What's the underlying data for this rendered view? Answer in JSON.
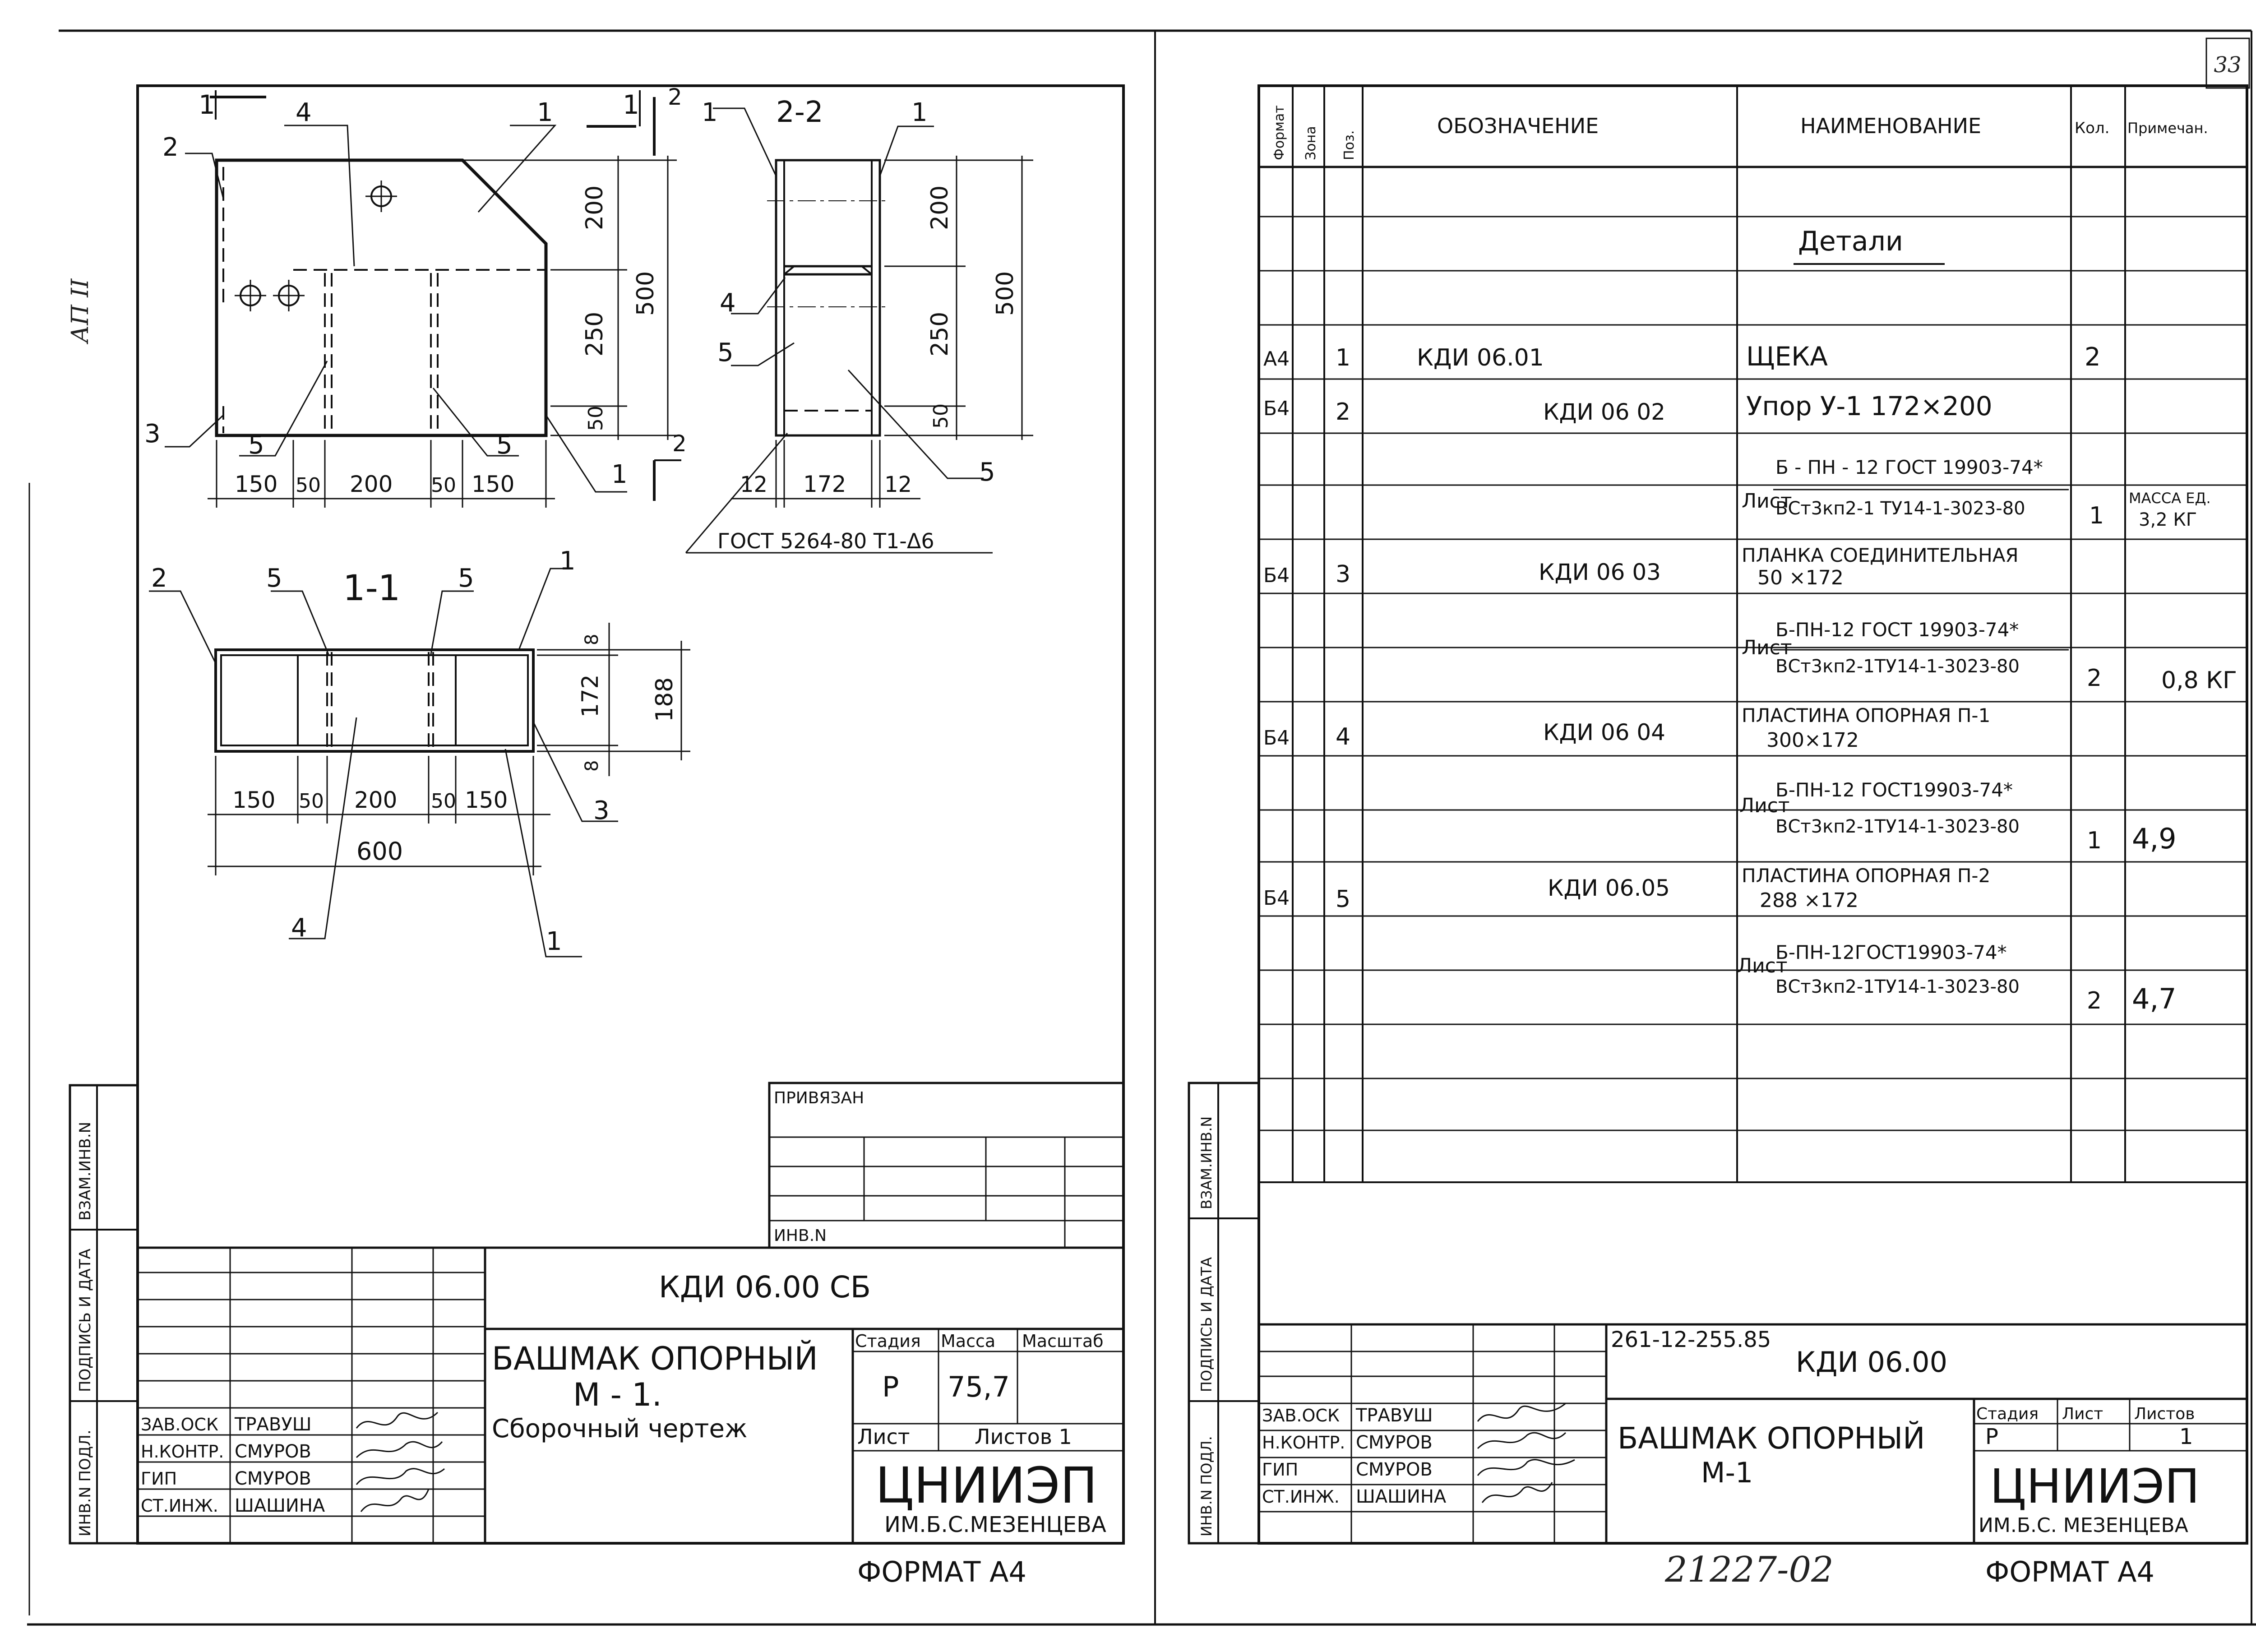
{
  "page_number": "33",
  "left_sheet": {
    "margin_note": "АП II",
    "plan_view": {
      "section_marks": [
        "1",
        "1",
        "2",
        "2"
      ],
      "leaders": [
        "1",
        "2",
        "3",
        "4",
        "5",
        "5"
      ],
      "dims_vertical": [
        "200",
        "250",
        "50",
        "500"
      ],
      "dims_horizontal": [
        "150",
        "50",
        "200",
        "50",
        "150"
      ]
    },
    "section_22": {
      "title": "2-2",
      "leaders": [
        "1",
        "1",
        "4",
        "5",
        "5"
      ],
      "dims_vertical": [
        "200",
        "250",
        "50",
        "500"
      ],
      "dims_horizontal": [
        "12",
        "172",
        "12"
      ],
      "weld_note": "ГОСТ 5264-80 Т1-Δ6"
    },
    "section_11": {
      "title": "1-1",
      "leaders": [
        "2",
        "5",
        "5",
        "1",
        "3",
        "4",
        "1"
      ],
      "dims_vertical": [
        "8",
        "172",
        "8",
        "188"
      ],
      "dims_horizontal": [
        "150",
        "50",
        "200",
        "50",
        "150"
      ],
      "total": "600"
    },
    "side_stamp": [
      "ВЗАМ.ИНВ.N",
      "ПОДПИСЬ И ДАТА",
      "ИНВ.N ПОДЛ."
    ],
    "privyazan": "ПРИВЯЗАН",
    "inv_n": "ИНВ.N",
    "title_block": {
      "designation": "КДИ 06.00 СБ",
      "name_line1": "БАШМАК ОПОРНЫЙ",
      "name_line2": "М - 1.",
      "name_line3": "Сборочный чертеж",
      "hdr_stage": "Стадия",
      "hdr_mass": "Масса",
      "hdr_scale": "Масштаб",
      "stage": "Р",
      "mass": "75,7",
      "sheet_label": "Лист",
      "sheets_label": "Листов 1",
      "org": "ЦНИИЭП",
      "org_sub": "ИМ.Б.С.МЕЗЕНЦЕВА",
      "people": [
        {
          "role": "ЗАВ.ОСК",
          "name": "ТРАВУШ"
        },
        {
          "role": "Н.КОНТР.",
          "name": "СМУРОВ"
        },
        {
          "role": "ГИП",
          "name": "СМУРОВ"
        },
        {
          "role": "СТ.ИНЖ.",
          "name": "ШАШИНА"
        }
      ]
    },
    "format": "ФОРМАТ А4"
  },
  "right_sheet": {
    "headers": {
      "format": "Формат",
      "zone": "Зона",
      "pos": "Поз.",
      "designation": "ОБОЗНАЧЕНИЕ",
      "name": "НАИМЕНОВАНИЕ",
      "qty": "Кол.",
      "note": "Примечан."
    },
    "section_title": "Детали",
    "rows": [
      {
        "format": "А4",
        "pos": "1",
        "designation": "КДИ 06.01",
        "name": "ЩЕКА",
        "qty": "2",
        "note": ""
      },
      {
        "format": "Б4",
        "pos": "2",
        "designation": "КДИ 06 02",
        "name": "Упор У-1 172×200",
        "qty": "",
        "note": "",
        "material_top": "Б - ПН - 12 ГОСТ 19903-74*",
        "material_bottom": "ВСт3кп2-1 ТУ14-1-3023-80",
        "material_qty": "1",
        "material_note1": "МАССА ЕД.",
        "material_note2": "3,2 КГ"
      },
      {
        "format": "Б4",
        "pos": "3",
        "designation": "КДИ 06 03",
        "name": "ПЛАНКА СОЕДИНИТЕЛЬНАЯ",
        "name2": "50 ×172",
        "qty": "",
        "note": "",
        "material_top": "Б-ПН-12 ГОСТ 19903-74*",
        "material_bottom": "ВСт3кп2-1ТУ14-1-3023-80",
        "material_qty": "2",
        "material_note1": "0,8 КГ",
        "material_note2": ""
      },
      {
        "format": "Б4",
        "pos": "4",
        "designation": "КДИ 06 04",
        "name": "ПЛАСТИНА ОПОРНАЯ П-1",
        "name2": "300×172",
        "qty": "",
        "note": "",
        "material_top": "Б-ПН-12 ГОСТ19903-74*",
        "material_bottom": "ВСт3кп2-1ТУ14-1-3023-80",
        "material_qty": "1",
        "material_note1": "4,9",
        "material_note2": ""
      },
      {
        "format": "Б4",
        "pos": "5",
        "designation": "КДИ 06.05",
        "name": "ПЛАСТИНА ОПОРНАЯ П-2",
        "name2": "288 ×172",
        "qty": "",
        "note": "",
        "material_top": "Б-ПН-12ГОСТ19903-74*",
        "material_bottom": "ВСт3кп2-1ТУ14-1-3023-80",
        "material_qty": "2",
        "material_note1": "4,7",
        "material_note2": ""
      }
    ],
    "material_label": "Лист",
    "side_stamp": [
      "ВЗАМ.ИНВ.N",
      "ПОДПИСЬ И ДАТА",
      "ИНВ.N ПОДЛ."
    ],
    "title_block": {
      "code": "261-12-255.85",
      "designation": "КДИ 06.00",
      "name_line1": "БАШМАК ОПОРНЫЙ",
      "name_line2": "М-1",
      "hdr_stage": "Стадия",
      "hdr_sheet": "Лист",
      "hdr_sheets": "Листов",
      "stage": "Р",
      "sheets": "1",
      "org": "ЦНИИЭП",
      "org_sub": "ИМ.Б.С. МЕЗЕНЦЕВА",
      "people": [
        {
          "role": "ЗАВ.ОСК",
          "name": "ТРАВУШ"
        },
        {
          "role": "Н.КОНТР.",
          "name": "СМУРОВ"
        },
        {
          "role": "ГИП",
          "name": "СМУРОВ"
        },
        {
          "role": "СТ.ИНЖ.",
          "name": "ШАШИНА"
        }
      ]
    },
    "bottom_number": "21227-02",
    "format": "ФОРМАТ А4"
  }
}
